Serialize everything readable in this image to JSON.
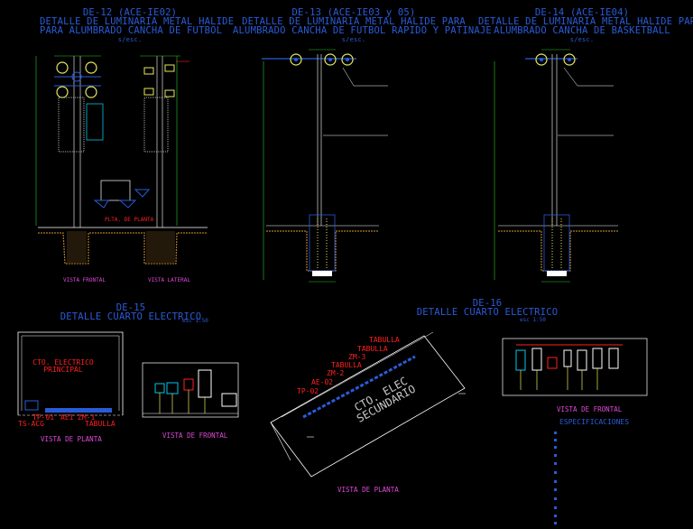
{
  "blocks": {
    "de12": {
      "code": "DE-12 (ACE-IE02)",
      "line1": "DETALLE DE LUMINARIA METAL HALIDE",
      "line2": "PARA ALUMBRADO CANCHA DE FUTBOL",
      "scale": "s/esc."
    },
    "de13": {
      "code": "DE-13 (ACE-IE03 y 05)",
      "line1": "DETALLE DE LUMINARIA METAL HALIDE PARA",
      "line2": "ALUMBRADO CANCHA DE FUTBOL RAPIDO Y PATINAJE",
      "scale": "s/esc."
    },
    "de14": {
      "code": "DE-14 (ACE-IE04)",
      "line1": "DETALLE DE LUMINARIA METAL HALIDE PARA",
      "line2": "ALUMBRADO CANCHA DE BASKETBALL",
      "scale": "s/esc."
    },
    "de15": {
      "code": "DE-15",
      "line1": "DETALLE CUARTO ELECTRICO",
      "scale": "esc 1:50"
    },
    "de16": {
      "code": "DE-16",
      "line1": "DETALLE CUARTO ELECTRICO",
      "scale": "esc 1:50"
    }
  },
  "labels": {
    "de12_front": "VISTA FRONTAL",
    "de12_side": "VISTA LATERAL",
    "de12_plant": "PLTA. DE PLANTA",
    "de15_room_line1": "CTO. ELECTRICO",
    "de15_room_line2": "PRINCIPAL",
    "de15_tp01": "TP-01",
    "de15_ae1": "AE1",
    "de15_zm1": "ZM-1",
    "de15_tsacg": "TS-ACG",
    "de15_tabulla": "TABULLA",
    "de15_plan": "VISTA DE PLANTA",
    "de15_front": "VISTA DE FRONTAL",
    "de16_plan": "VISTA DE PLANTA",
    "de16_front": "VISTA DE FRONTAL",
    "de16_room_line1": "CTO. ELEC",
    "de16_room_line2": "SECUNDARIO",
    "de16_panels": [
      "TABULLA",
      "TABULLA",
      "ZM-3",
      "TABULLA",
      "ZM-2",
      "AE-02",
      "TP-02"
    ],
    "specs_title": "ESPECIFICACIONES"
  },
  "colors": {
    "title": "#2a5bd7",
    "pole": "#9a9a9a",
    "lamp": "#e8e860",
    "dim": "#28c828",
    "soil": "#b07a2a",
    "red": "#ff2020",
    "cyan": "#00c8e8",
    "magenta": "#e04ad8",
    "yellow": "#f0f000"
  }
}
